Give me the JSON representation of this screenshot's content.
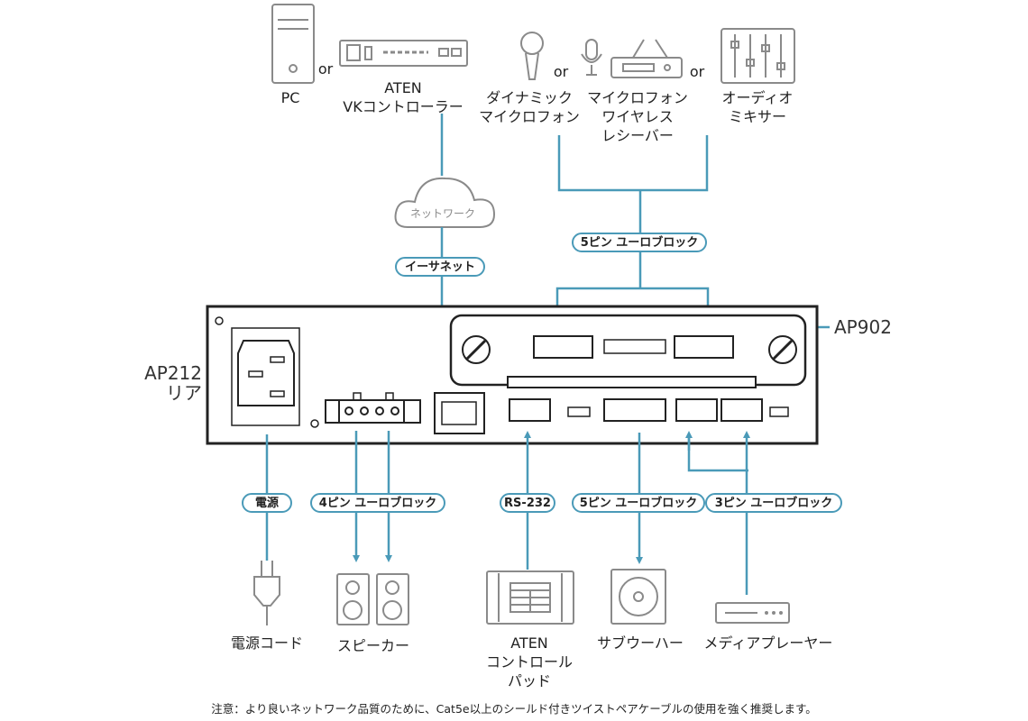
{
  "devices": {
    "pc": "PC",
    "or1": "or",
    "vk_controller": "ATEN\nVKコントローラー",
    "network": "ネットワーク",
    "dynamic_mic": "ダイナミック\nマイクロフォン",
    "or2": "or",
    "wireless_receiver": "マイクロフォン\nワイヤレス\nレシーバー",
    "or3": "or",
    "audio_mixer": "オーディオ\nミキサー",
    "ap902": "AP902",
    "ap212": "AP212\nリア",
    "power_cord": "電源コード",
    "speaker": "スピーカー",
    "control_pad": "ATEN\nコントロール\nパッド",
    "subwoofer": "サブウーハー",
    "media_player": "メディアプレーヤー"
  },
  "connections": {
    "ethernet": "イーサネット",
    "euro5_top": "5ピン ユーロブロック",
    "power": "電源",
    "euro4": "4ピン ユーロブロック",
    "rs232": "RS-232",
    "euro5_bottom": "5ピン ユーロブロック",
    "euro3": "3ピン ユーロブロック"
  },
  "footnote": "注意：より良いネットワーク品質のために、Cat5e以上のシールド付きツイストペアケーブルの使用を強く推奨します。",
  "colors": {
    "line": "#4a9ab8",
    "icon": "#8a8a8a",
    "device": "#222222"
  }
}
